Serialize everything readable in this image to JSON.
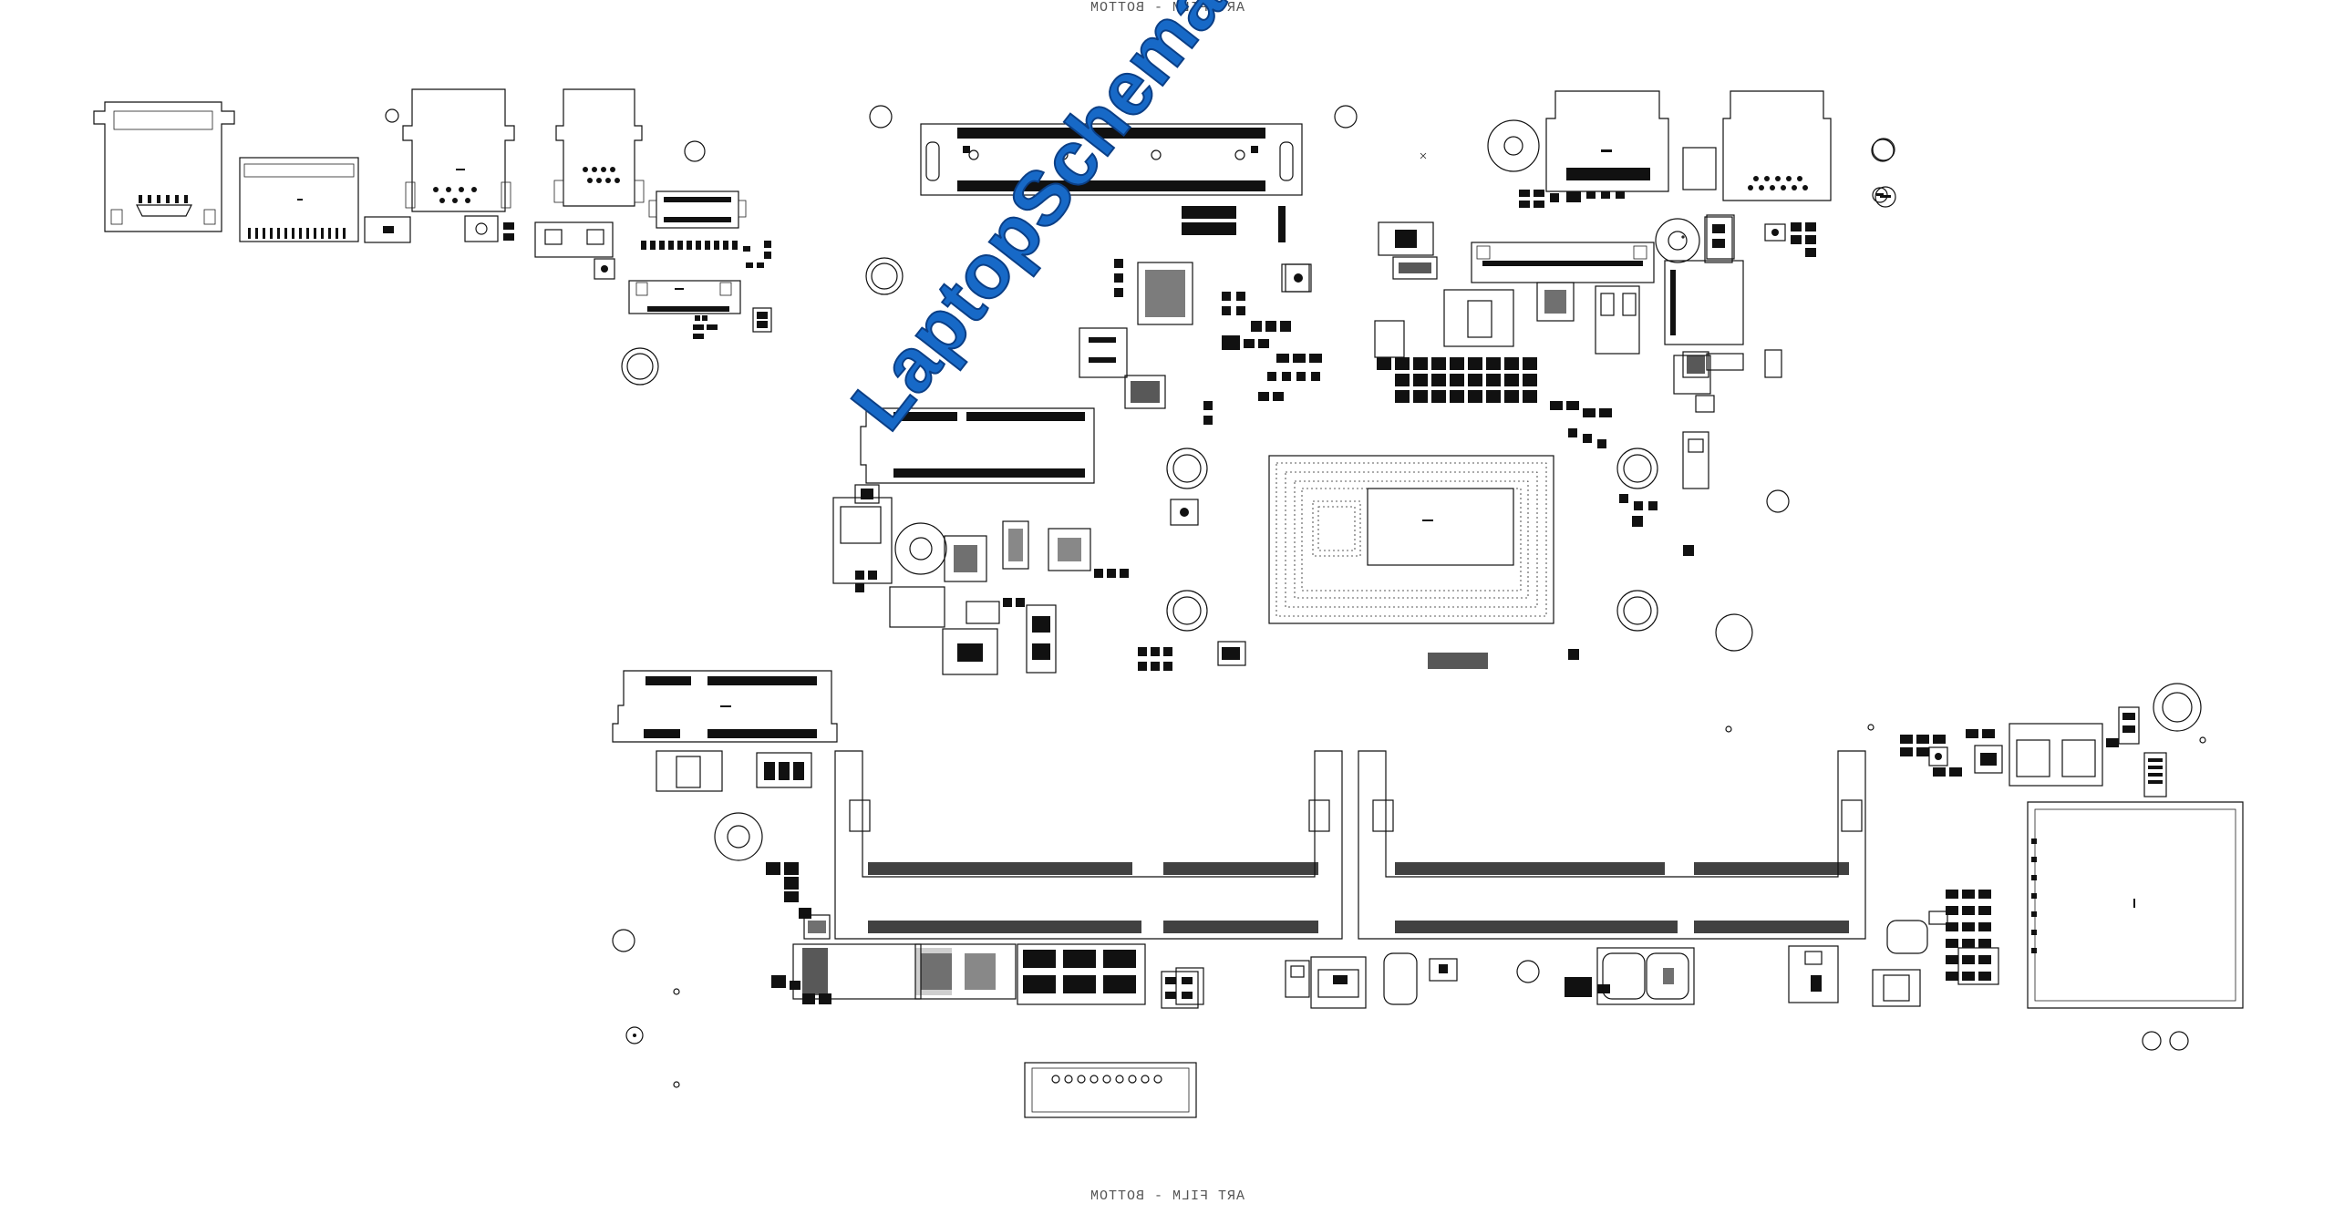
{
  "header_text": "ART FILM - BOTTOM",
  "footer_text": "ART FILM - BOTTOM",
  "watermark_text": "LaptopSchematic.com",
  "colors": {
    "watermark": "#1769c7",
    "watermark_outline": "#0b3f86",
    "ink": "#111111",
    "background": "#ffffff"
  },
  "icons": [
    "mounting-hole-icon",
    "fiducial-icon"
  ]
}
